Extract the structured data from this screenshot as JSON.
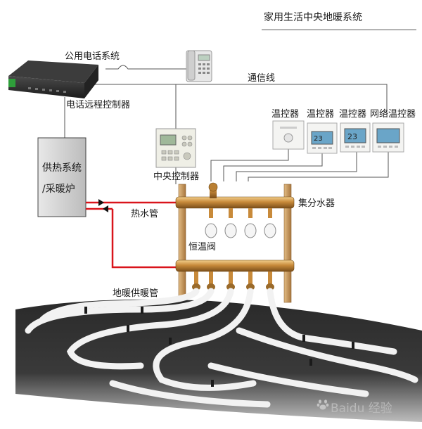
{
  "title": "家用生活中央地暖系统",
  "labels": {
    "public_phone": "公用电话系统",
    "comm_line": "通信线",
    "phone_controller": "电话远程控制器",
    "thermostat_1": "温控器",
    "thermostat_2": "温控器",
    "thermostat_3": "温控器",
    "network_thermostat": "网络温控器",
    "central_controller": "中央控制器",
    "boiler_line1": "供热系统",
    "boiler_line2": "/采暖炉",
    "hot_water_pipe": "热水管",
    "manifold": "集分水器",
    "thermostatic_valve": "恒温阀",
    "floor_pipe": "地暖供暖管"
  },
  "thermostat_displays": [
    "23",
    "23"
  ],
  "watermark": "Baidu 经验",
  "colors": {
    "pipe_red": "#d9141b",
    "brass": "#c88a3a",
    "frame_wood": "#c99a60",
    "boiler_gray": "#d6d6d6",
    "line_gray": "#555555"
  }
}
